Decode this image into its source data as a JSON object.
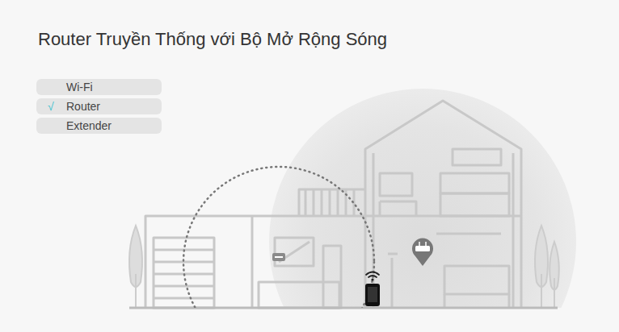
{
  "diagram": {
    "title": "Router Truyền Thống với Bộ Mở Rộng Sóng",
    "nodes": [
      {
        "text": [
          "Wi-Fi"
        ]
      },
      {
        "text": [
          "√",
          "Router"
        ]
      },
      {
        "text": [
          "Extender"
        ]
      }
    ]
  }
}
